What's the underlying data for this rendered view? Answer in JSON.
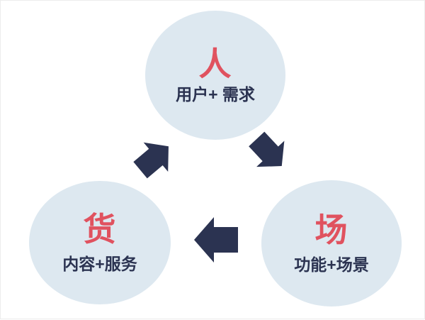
{
  "diagram": {
    "description": "Three-node cycle diagram: people, goods, scene",
    "colors": {
      "background": "#ffffff",
      "circle_fill": "#dde8f0",
      "accent_red": "#e0525f",
      "navy": "#2b3351"
    },
    "nodes": [
      {
        "id": "person",
        "title": "人",
        "subtitle": "用户+ 需求"
      },
      {
        "id": "goods",
        "title": "货",
        "subtitle": "内容+服务"
      },
      {
        "id": "scene",
        "title": "场",
        "subtitle": "功能+场景"
      }
    ],
    "arrows": [
      {
        "id": "person-to-scene",
        "direction": "down-right"
      },
      {
        "id": "scene-to-goods",
        "direction": "left"
      },
      {
        "id": "goods-to-person",
        "direction": "up-right"
      }
    ]
  }
}
